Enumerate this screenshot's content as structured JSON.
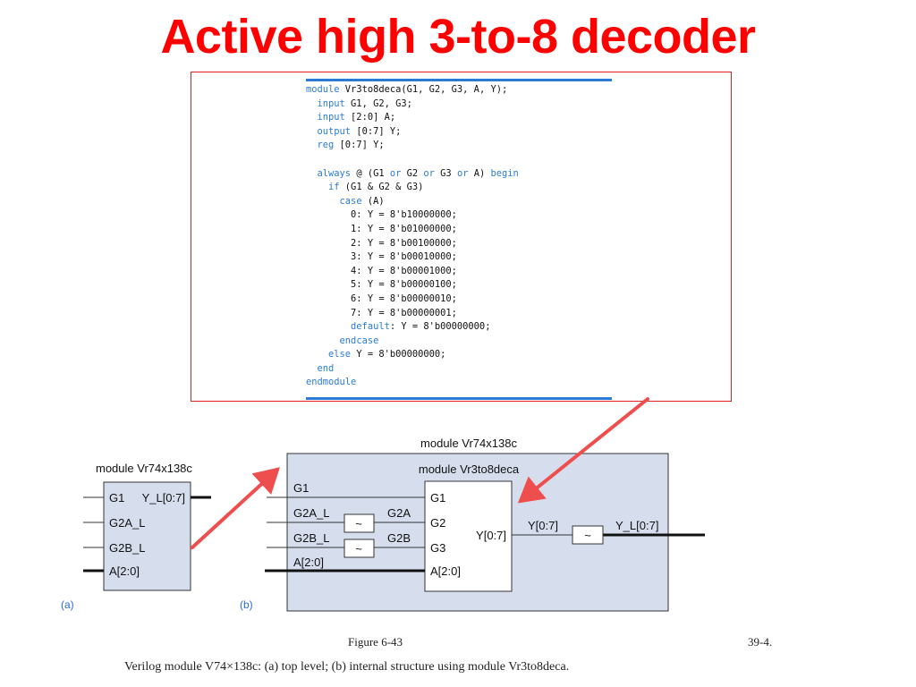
{
  "title": "Active high 3-to-8 decoder",
  "code": {
    "lines": [
      [
        {
          "t": "module",
          "kw": true
        },
        {
          "t": " Vr3to8deca(G1, G2, G3, A, Y);"
        }
      ],
      [
        {
          "t": "  "
        },
        {
          "t": "input",
          "kw": true
        },
        {
          "t": " G1, G2, G3;"
        }
      ],
      [
        {
          "t": "  "
        },
        {
          "t": "input",
          "kw": true
        },
        {
          "t": " [2:0] A;"
        }
      ],
      [
        {
          "t": "  "
        },
        {
          "t": "output",
          "kw": true
        },
        {
          "t": " [0:7] Y;"
        }
      ],
      [
        {
          "t": "  "
        },
        {
          "t": "reg",
          "kw": true
        },
        {
          "t": " [0:7] Y;"
        }
      ],
      [],
      [
        {
          "t": "  "
        },
        {
          "t": "always",
          "kw": true
        },
        {
          "t": " @ (G1 "
        },
        {
          "t": "or",
          "kw": true
        },
        {
          "t": " G2 "
        },
        {
          "t": "or",
          "kw": true
        },
        {
          "t": " G3 "
        },
        {
          "t": "or",
          "kw": true
        },
        {
          "t": " A) "
        },
        {
          "t": "begin",
          "kw": true
        }
      ],
      [
        {
          "t": "    "
        },
        {
          "t": "if",
          "kw": true
        },
        {
          "t": " (G1 & G2 & G3)"
        }
      ],
      [
        {
          "t": "      "
        },
        {
          "t": "case",
          "kw": true
        },
        {
          "t": " (A)"
        }
      ],
      [
        {
          "t": "        0: Y = 8'b10000000;"
        }
      ],
      [
        {
          "t": "        1: Y = 8'b01000000;"
        }
      ],
      [
        {
          "t": "        2: Y = 8'b00100000;"
        }
      ],
      [
        {
          "t": "        3: Y = 8'b00010000;"
        }
      ],
      [
        {
          "t": "        4: Y = 8'b00001000;"
        }
      ],
      [
        {
          "t": "        5: Y = 8'b00000100;"
        }
      ],
      [
        {
          "t": "        6: Y = 8'b00000010;"
        }
      ],
      [
        {
          "t": "        7: Y = 8'b00000001;"
        }
      ],
      [
        {
          "t": "        "
        },
        {
          "t": "default",
          "kw": true
        },
        {
          "t": ": Y = 8'b00000000;"
        }
      ],
      [
        {
          "t": "      "
        },
        {
          "t": "endcase",
          "kw": true
        }
      ],
      [
        {
          "t": "    "
        },
        {
          "t": "else",
          "kw": true
        },
        {
          "t": " Y = 8'b00000000;"
        }
      ],
      [
        {
          "t": "  "
        },
        {
          "t": "end",
          "kw": true
        }
      ],
      [
        {
          "t": "endmodule",
          "kw": true
        }
      ]
    ]
  },
  "diagram_a": {
    "module_label": "module Vr74x138c",
    "pins_left": [
      "G1",
      "G2A_L",
      "G2B_L",
      "A[2:0]"
    ],
    "pin_right": "Y_L[0:7]",
    "tag": "(a)"
  },
  "diagram_b": {
    "outer_label": "module Vr74x138c",
    "inner_label": "module Vr3to8deca",
    "signals_left": [
      "G1",
      "G2A_L",
      "G2B_L",
      "A[2:0]"
    ],
    "inverted_signals": [
      "G2A",
      "G2B"
    ],
    "inner_pins": [
      "G1",
      "G2",
      "G3",
      "A[2:0]"
    ],
    "inner_output": "Y[0:7]",
    "wire_y": "Y[0:7]",
    "output": "Y_L[0:7]",
    "inverter_symbol": "~",
    "tag": "(b)"
  },
  "colors": {
    "title": "#ff0000",
    "keyword": "#2b7bd6",
    "block_fill": "#d6deee",
    "arrow": "#ef4e4e"
  },
  "caption": {
    "figure": "Figure 6-43",
    "text": "Verilog module V74×138c: (a) top level; (b) internal structure using module Vr3to8deca.",
    "fragment": "39-4."
  }
}
